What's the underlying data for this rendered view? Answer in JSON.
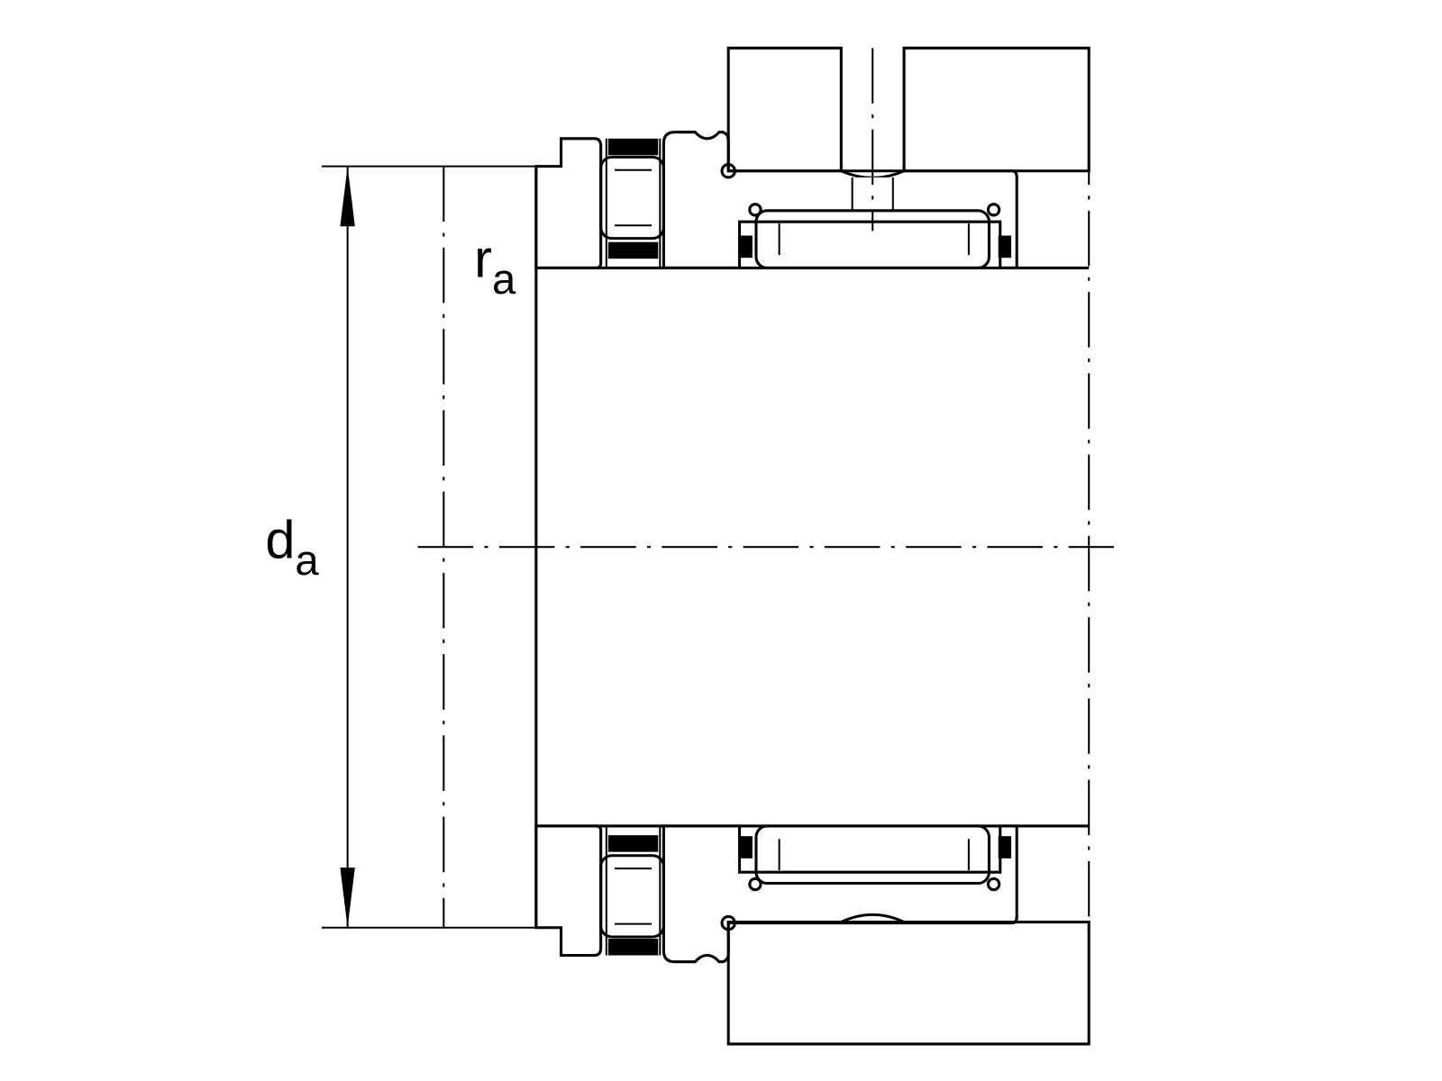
{
  "labels": {
    "diameter_symbol": "d",
    "diameter_subscript": "a",
    "radius_symbol": "r",
    "radius_subscript": "a"
  }
}
